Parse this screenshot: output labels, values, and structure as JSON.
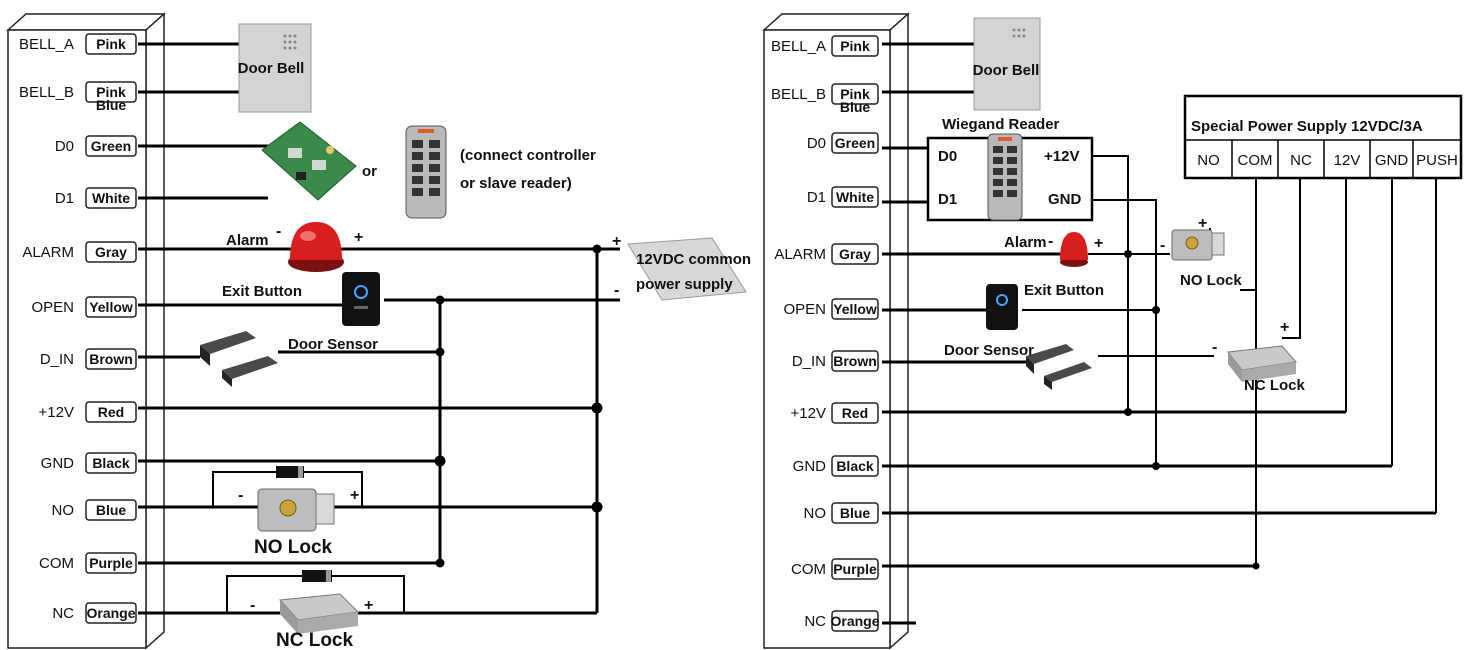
{
  "left_panel": {
    "terminals": [
      {
        "name": "BELL_A",
        "wire": "Pink"
      },
      {
        "name": "BELL_B",
        "wire": "Pink"
      },
      {
        "name": "D0",
        "wire": "Green"
      },
      {
        "name": "D1",
        "wire": "White"
      },
      {
        "name": "ALARM",
        "wire": "Gray"
      },
      {
        "name": "OPEN",
        "wire": "Yellow"
      },
      {
        "name": "D_IN",
        "wire": "Brown"
      },
      {
        "name": "+12V",
        "wire": "Red"
      },
      {
        "name": "GND",
        "wire": "Black"
      },
      {
        "name": "NO",
        "wire": "Blue"
      },
      {
        "name": "COM",
        "wire": "Purple"
      },
      {
        "name": "NC",
        "wire": "Orange"
      }
    ],
    "bell_b_extra": "Blue",
    "door_bell": "Door Bell",
    "or_text": "or",
    "connect_note_1": "(connect controller",
    "connect_note_2": "or slave reader)",
    "alarm": "Alarm",
    "exit_button": "Exit Button",
    "door_sensor": "Door Sensor",
    "power_supply_1": "12VDC common",
    "power_supply_2": "power supply",
    "no_lock": "NO Lock",
    "nc_lock": "NC Lock",
    "plus": "+",
    "minus": "-"
  },
  "right_panel": {
    "terminals": [
      {
        "name": "BELL_A",
        "wire": "Pink"
      },
      {
        "name": "BELL_B",
        "wire": "Pink"
      },
      {
        "name": "D0",
        "wire": "Green"
      },
      {
        "name": "D1",
        "wire": "White"
      },
      {
        "name": "ALARM",
        "wire": "Gray"
      },
      {
        "name": "OPEN",
        "wire": "Yellow"
      },
      {
        "name": "D_IN",
        "wire": "Brown"
      },
      {
        "name": "+12V",
        "wire": "Red"
      },
      {
        "name": "GND",
        "wire": "Black"
      },
      {
        "name": "NO",
        "wire": "Blue"
      },
      {
        "name": "COM",
        "wire": "Purple"
      },
      {
        "name": "NC",
        "wire": "Orange"
      }
    ],
    "bell_b_extra": "Blue",
    "door_bell": "Door Bell",
    "wiegand_title": "Wiegand Reader",
    "wiegand_d0": "D0",
    "wiegand_d1": "D1",
    "wiegand_12v": "+12V",
    "wiegand_gnd": "GND",
    "special_supply_title": "Special Power Supply 12VDC/3A",
    "special_supply_terminals": [
      "NO",
      "COM",
      "NC",
      "12V",
      "GND",
      "PUSH"
    ],
    "alarm": "Alarm",
    "exit_button": "Exit Button",
    "door_sensor": "Door Sensor",
    "no_lock": "NO Lock",
    "nc_lock": "NC Lock",
    "plus": "+",
    "minus": "-"
  }
}
